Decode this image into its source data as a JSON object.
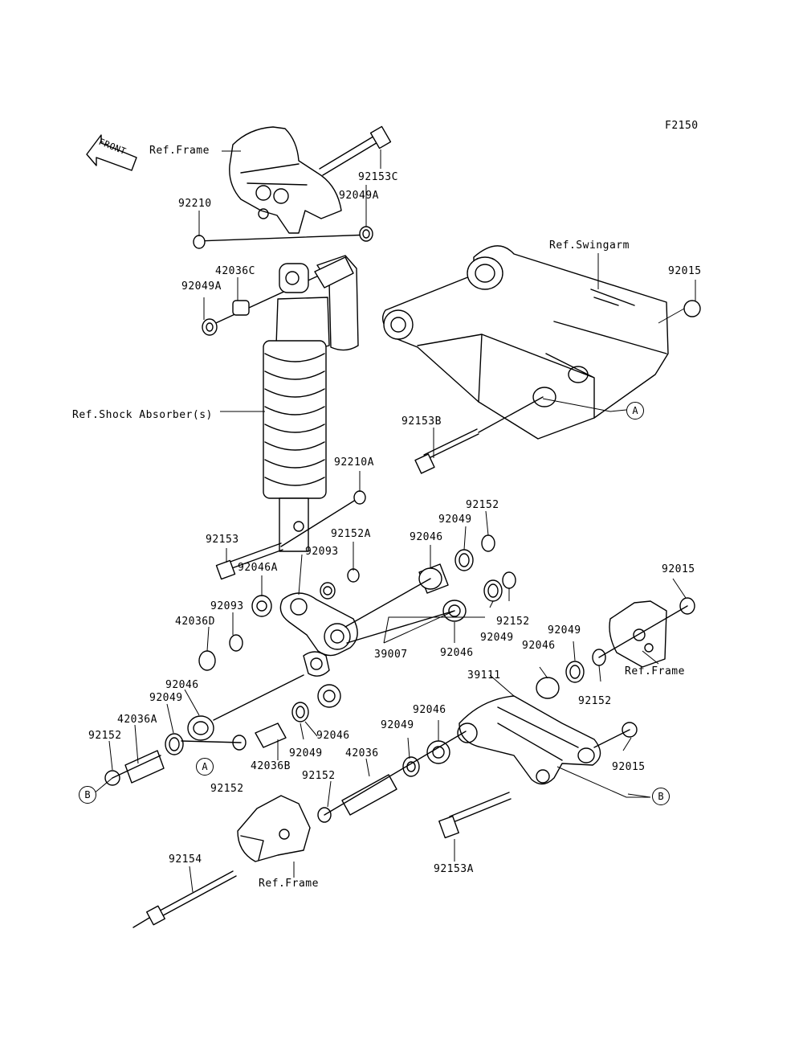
{
  "figure_code": "F2150",
  "front_arrow": "FRONT",
  "refs": {
    "frame_top": "Ref.Frame",
    "swingarm": "Ref.Swingarm",
    "shock": "Ref.Shock Absorber(s)",
    "frame_right": "Ref.Frame",
    "frame_bottom": "Ref.Frame"
  },
  "parts": {
    "p92153C": "92153C",
    "p92210": "92210",
    "p92049A_top": "92049A",
    "p42036C": "42036C",
    "p92049A_left": "92049A",
    "p92015_top": "92015",
    "p92153B": "92153B",
    "p92210A": "92210A",
    "p92152_top": "92152",
    "p92049_top": "92049",
    "p92046_top": "92046",
    "p92152A": "92152A",
    "p92153": "92153",
    "p92093_a": "92093",
    "p92046A": "92046A",
    "p92093_b": "92093",
    "p42036D": "42036D",
    "p92015_right": "92015",
    "p92152_mid": "92152",
    "p92049_mid": "92049",
    "p92046_mid": "92046",
    "p39007": "39007",
    "p92049_r": "92049",
    "p92046_r": "92046",
    "p92152_r": "92152",
    "p39111": "39111",
    "p92046_l": "92046",
    "p92049_l": "92049",
    "p42036A": "42036A",
    "p92152_l": "92152",
    "p92046_c": "92046",
    "p92049_c": "92049",
    "p42036B": "42036B",
    "p92046_b": "92046",
    "p92049_b": "92049",
    "p42036": "42036",
    "p92015_bot": "92015",
    "p92152_b1": "92152",
    "p92152_b2": "92152",
    "p92154": "92154",
    "p92153A": "92153A"
  },
  "markers": {
    "A1": "A",
    "A2": "A",
    "B1": "B",
    "B2": "B"
  }
}
